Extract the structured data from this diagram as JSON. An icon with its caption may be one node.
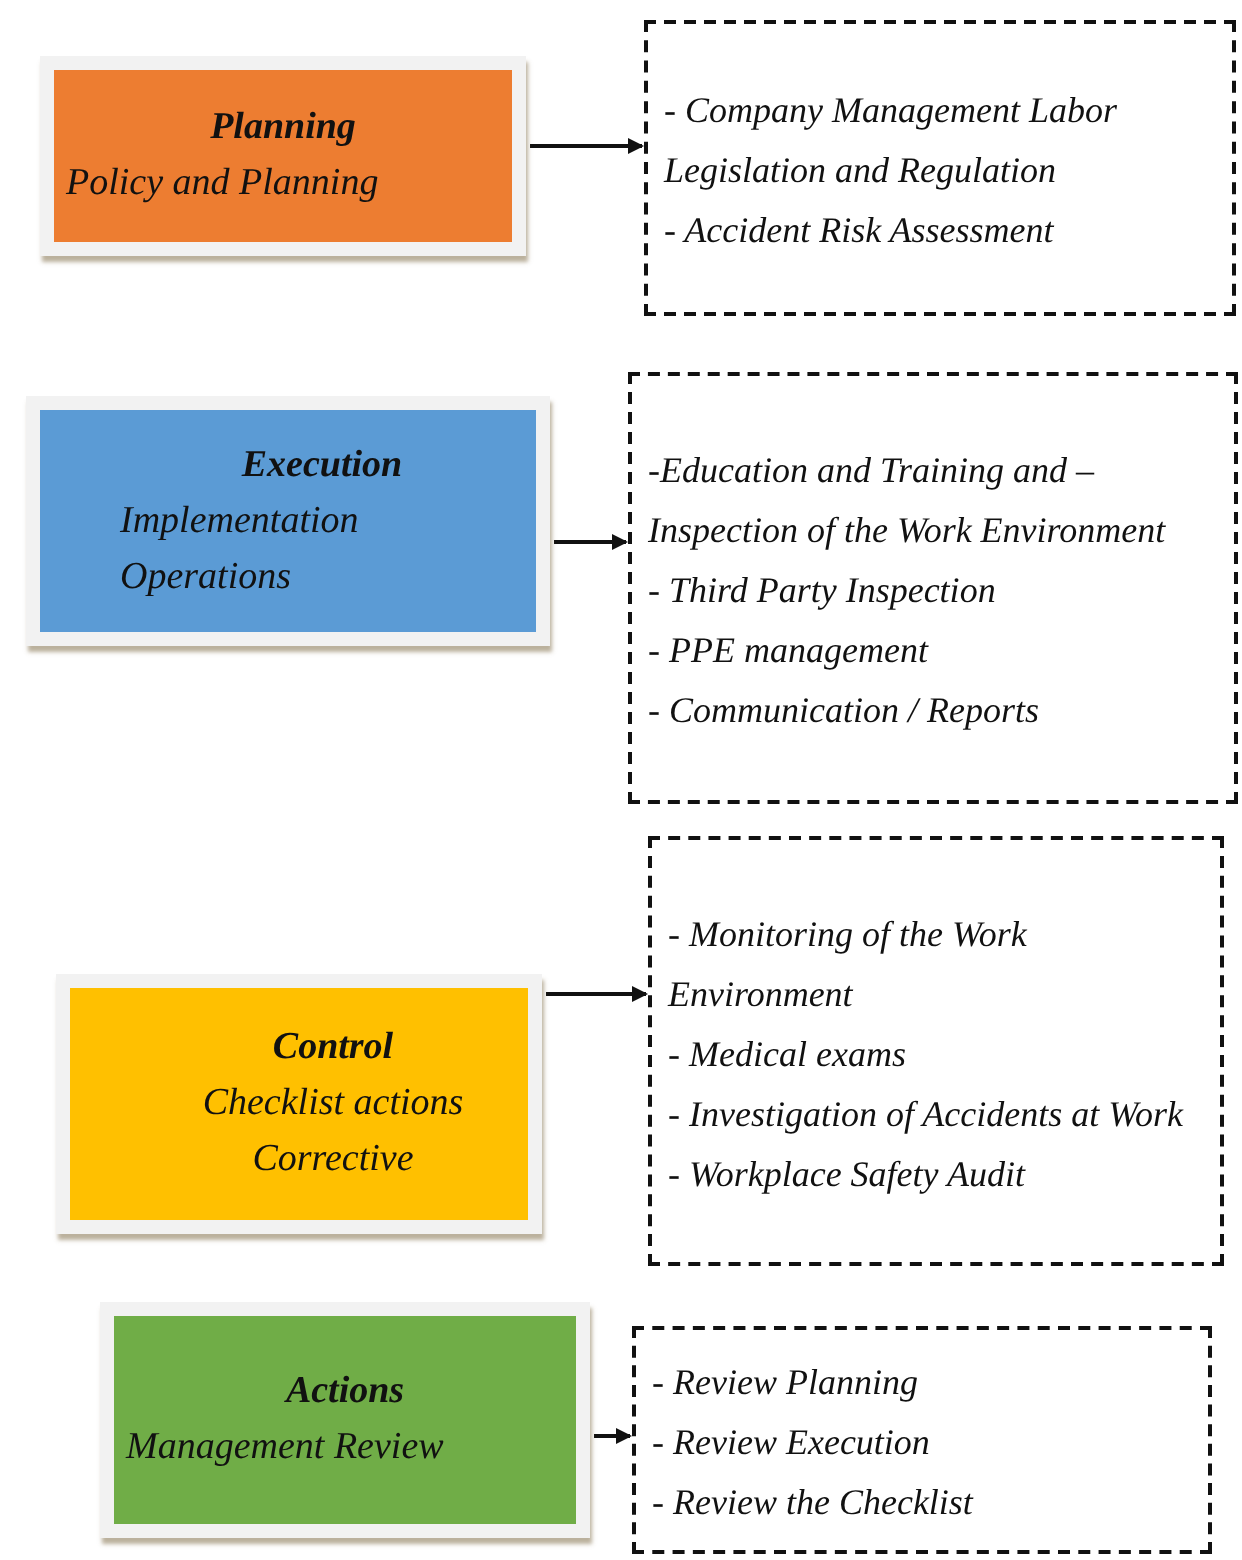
{
  "diagram": {
    "nodes": [
      {
        "text": [
          "Planning",
          "Policy and Planning"
        ]
      },
      {
        "text": [
          "- Company Management Labor Legislation and Regulation",
          "- Accident Risk Assessment"
        ]
      },
      {
        "text": [
          "Execution",
          "Implementation Operations"
        ]
      },
      {
        "text": [
          "-Education and Training and – Inspection of the Work Environment",
          "- Third Party Inspection",
          "- PPE management",
          "- Communication / Reports"
        ]
      },
      {
        "text": [
          "Control",
          "Checklist actions Corrective"
        ]
      },
      {
        "text": [
          "- Monitoring of the Work Environment",
          "- Medical exams",
          "- Investigation of Accidents at Work",
          "- Workplace Safety Audit"
        ]
      },
      {
        "text": [
          "Actions",
          "Management Review"
        ]
      },
      {
        "text": [
          "- Review Planning",
          "- Review Execution",
          "- Review the Checklist"
        ]
      }
    ],
    "edges": [
      {
        "from": 0,
        "to": 1,
        "arrow": "to"
      },
      {
        "from": 2,
        "to": 3,
        "arrow": "to"
      },
      {
        "from": 4,
        "to": 5,
        "arrow": "to"
      },
      {
        "from": 6,
        "to": 7,
        "arrow": "to"
      }
    ]
  }
}
